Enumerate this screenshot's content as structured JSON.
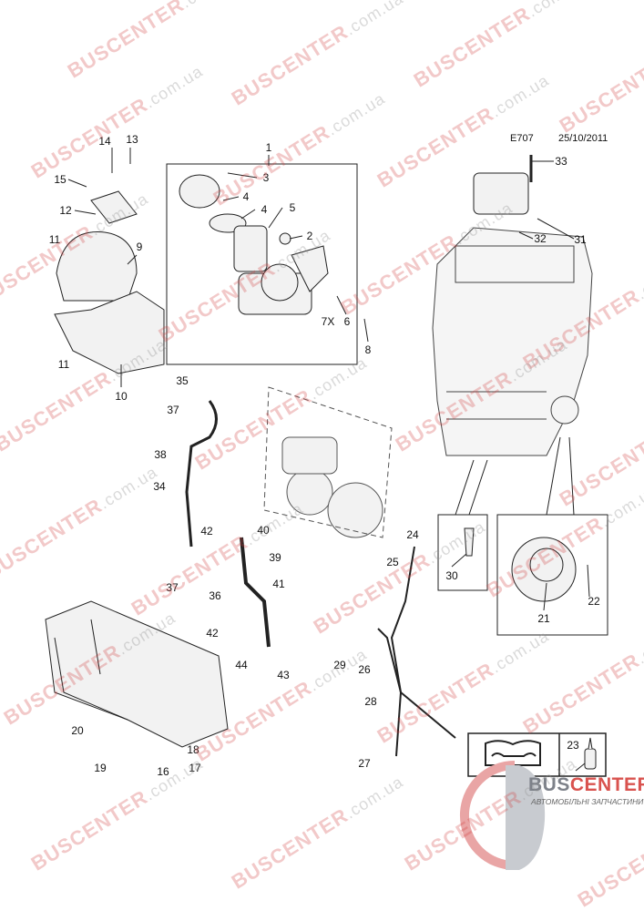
{
  "header": {
    "code": "E707",
    "date": "25/10/2011"
  },
  "watermark": {
    "brand": "BUSCENTER",
    "domain": ".com.ua"
  },
  "logo": {
    "brand_a": "BUS",
    "brand_b": "CENTER",
    "tagline": "АВТОМОБІЛЬНІ ЗАПЧАСТИНИ"
  },
  "callouts": [
    "1",
    "3",
    "4",
    "4",
    "5",
    "2",
    "7X",
    "6",
    "8",
    "14",
    "13",
    "15",
    "12",
    "11",
    "9",
    "11",
    "10",
    "35",
    "37",
    "38",
    "34",
    "42",
    "40",
    "39",
    "41",
    "37",
    "36",
    "42",
    "44",
    "43",
    "24",
    "25",
    "29",
    "26",
    "28",
    "27",
    "33",
    "32",
    "31",
    "30",
    "22",
    "21",
    "20",
    "18",
    "19",
    "16",
    "17",
    "23"
  ],
  "icons": {
    "manual": "book-wrench-icon",
    "sealant": "sealant-tube-icon"
  }
}
